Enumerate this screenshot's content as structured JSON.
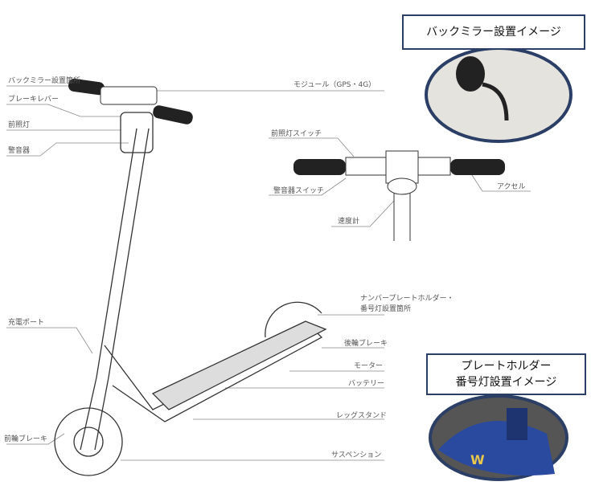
{
  "left_labels": [
    "バックミラー設置箇所",
    "ブレーキレバー",
    "前照灯",
    "警音器",
    "充電ポート",
    "前輪ブレーキ"
  ],
  "module_label": "モジュール（GPS・4G）",
  "handlebar_labels": {
    "headlight_switch": "前照灯スイッチ",
    "horn_switch": "警音器スイッチ",
    "speedometer": "速度計",
    "accelerator": "アクセル"
  },
  "right_labels": {
    "plate_holder_1": "ナンバープレートホルダー・",
    "plate_holder_2": "番号灯設置箇所",
    "rear_brake": "後輪ブレーキ",
    "motor": "モーター",
    "battery": "バッテリー",
    "kickstand": "レッグスタンド",
    "suspension": "サスペンション"
  },
  "mirror_caption": "バックミラー設置イメージ",
  "plate_caption": [
    "プレートホルダー",
    "番号灯設置イメージ"
  ],
  "colors": {
    "frame": "#2b3f66",
    "photo_blue": "#2a4aa0"
  }
}
